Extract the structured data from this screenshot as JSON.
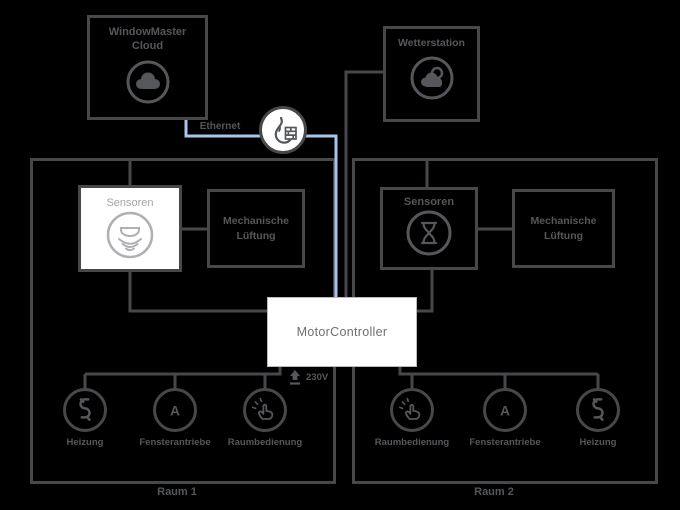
{
  "colors": {
    "background": "#000000",
    "wire": "#46484a",
    "wire_blue": "#a9c6e6",
    "label": "#55575b",
    "node_fill": "#ffffff"
  },
  "cloud_box": {
    "title_line1": "WindowMaster",
    "title_line2": "Cloud",
    "icon": "cloud-icon"
  },
  "weather_box": {
    "title": "Wetterstation",
    "icon": "weather-station-icon"
  },
  "connection": {
    "label": "Ethernet",
    "icon": "firewall-icon"
  },
  "controller": {
    "label": "MotorController",
    "power_label": "230V",
    "power_icon": "power-supply-icon"
  },
  "rooms": [
    {
      "name": "Raum 1",
      "sensor_box": {
        "label": "Sensoren",
        "icon": "motion-sensor-icon"
      },
      "vent_box": {
        "line1": "Mechanische",
        "line2": "Lüftung"
      },
      "devices": [
        {
          "label": "Heizung",
          "icon": "heating-icon"
        },
        {
          "label": "Fensterantriebe",
          "icon": "actuator-icon"
        },
        {
          "label": "Raumbedienung",
          "icon": "touch-button-icon"
        }
      ]
    },
    {
      "name": "Raum 2",
      "sensor_box": {
        "label": "Sensoren",
        "icon": "room-sensor-icon"
      },
      "vent_box": {
        "line1": "Mechanische",
        "line2": "Lüftung"
      },
      "devices": [
        {
          "label": "Raumbedienung",
          "icon": "touch-button-icon"
        },
        {
          "label": "Fensterantriebe",
          "icon": "actuator-icon"
        },
        {
          "label": "Heizung",
          "icon": "heating-icon"
        }
      ]
    }
  ]
}
